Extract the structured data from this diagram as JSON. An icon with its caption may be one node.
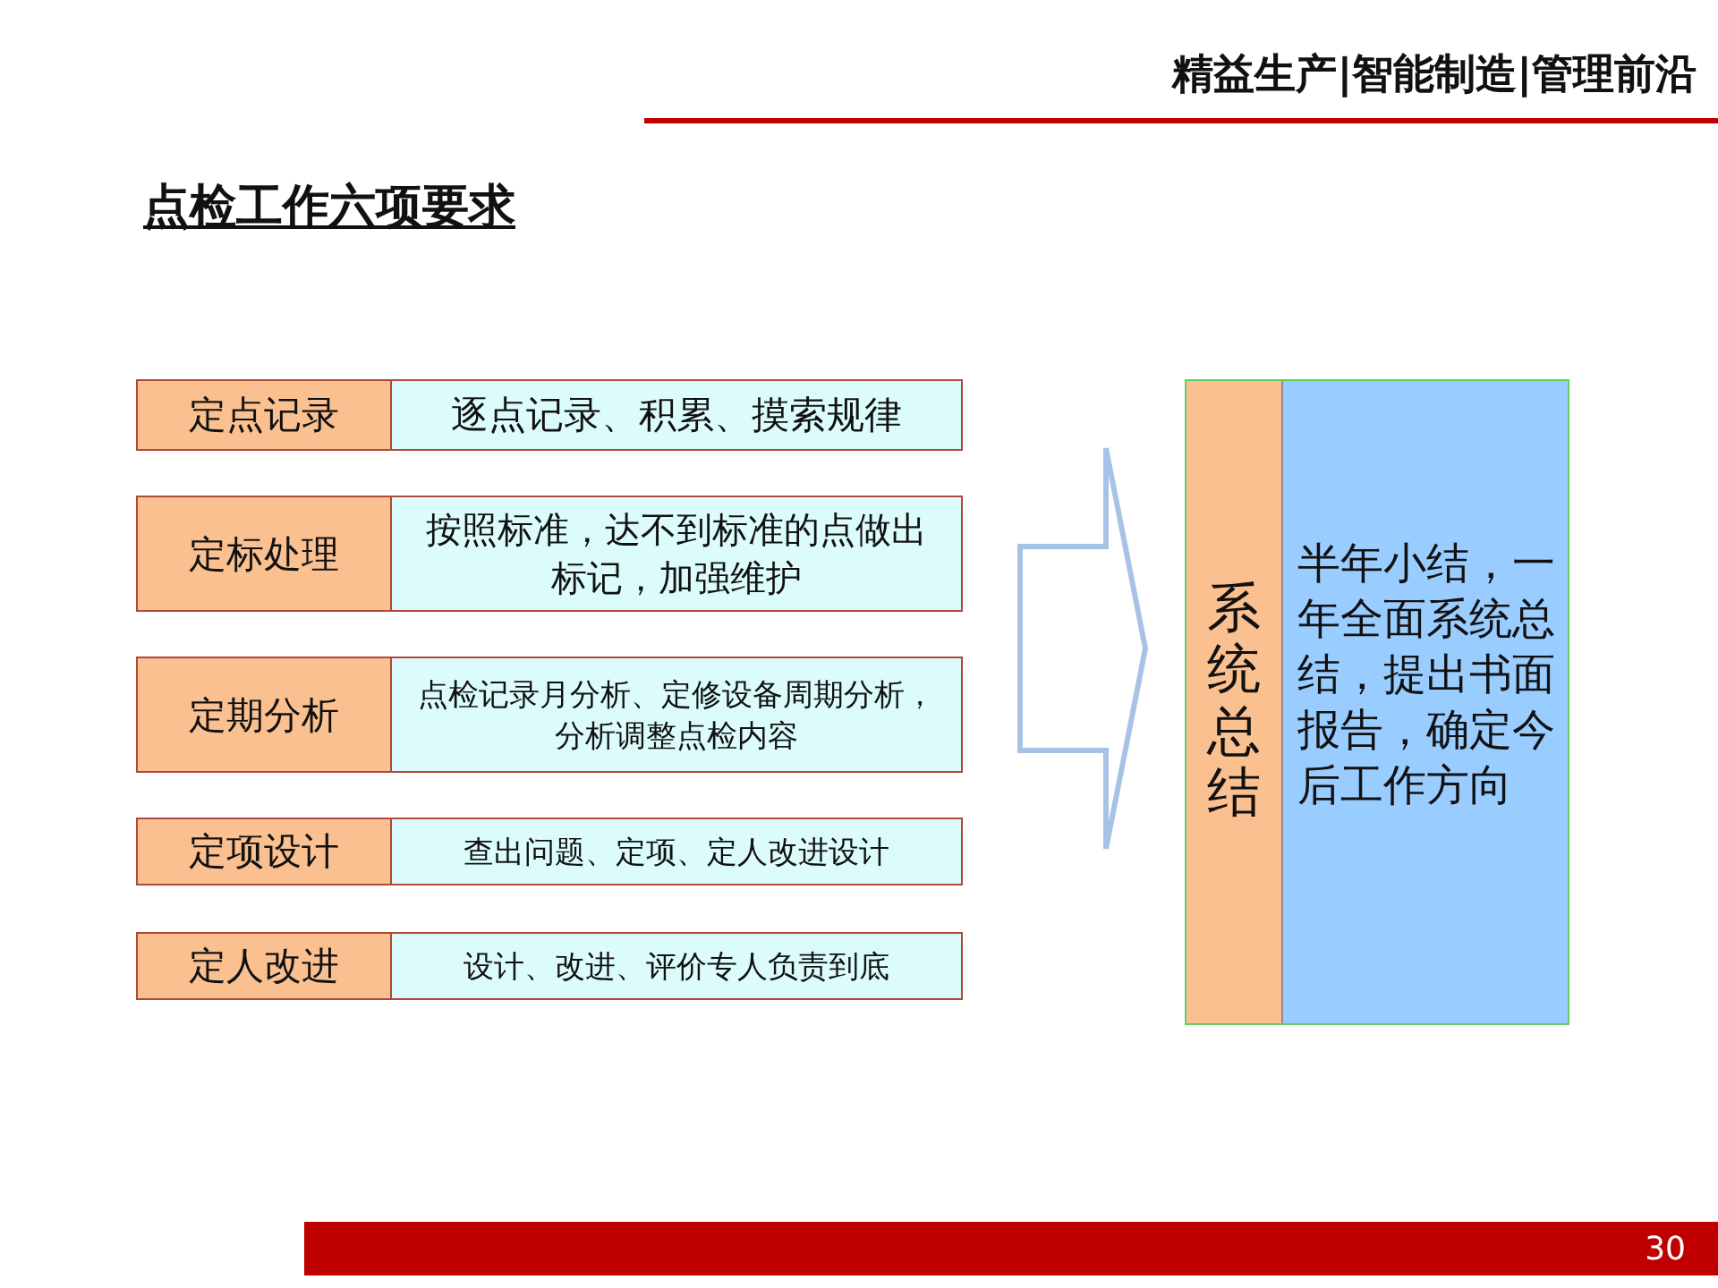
{
  "diagram": {
    "title": "点检工作六项要求",
    "nodes": [
      {
        "text": [
          "定点记录"
        ]
      },
      {
        "text": [
          "逐点记录、积累、摸索规律"
        ]
      },
      {
        "text": [
          "定标处理"
        ]
      },
      {
        "text": [
          "按照标准，达不到标准的点做出标记，加强维护"
        ]
      },
      {
        "text": [
          "定期分析"
        ]
      },
      {
        "text": [
          "点检记录月分析、定修设备周期分析，分析调整点检内容"
        ]
      },
      {
        "text": [
          "定项设计"
        ]
      },
      {
        "text": [
          "查出问题、定项、定人改进设计"
        ]
      },
      {
        "text": [
          "定人改进"
        ]
      },
      {
        "text": [
          "设计、改进、评价专人负责到底"
        ]
      },
      {
        "text": [],
        "shape": "box"
      },
      {
        "text": [
          "系统总结"
        ],
        "in": 10
      },
      {
        "text": [
          "半年小结，一年全面系统总结，提出书面报告，确定今后工作方向"
        ],
        "in": 10
      }
    ],
    "edges": [
      {
        "from": 5,
        "to": 10,
        "arrow": "to"
      }
    ],
    "labels": [
      "精益生产|智能制造|管理前沿",
      "30"
    ]
  }
}
